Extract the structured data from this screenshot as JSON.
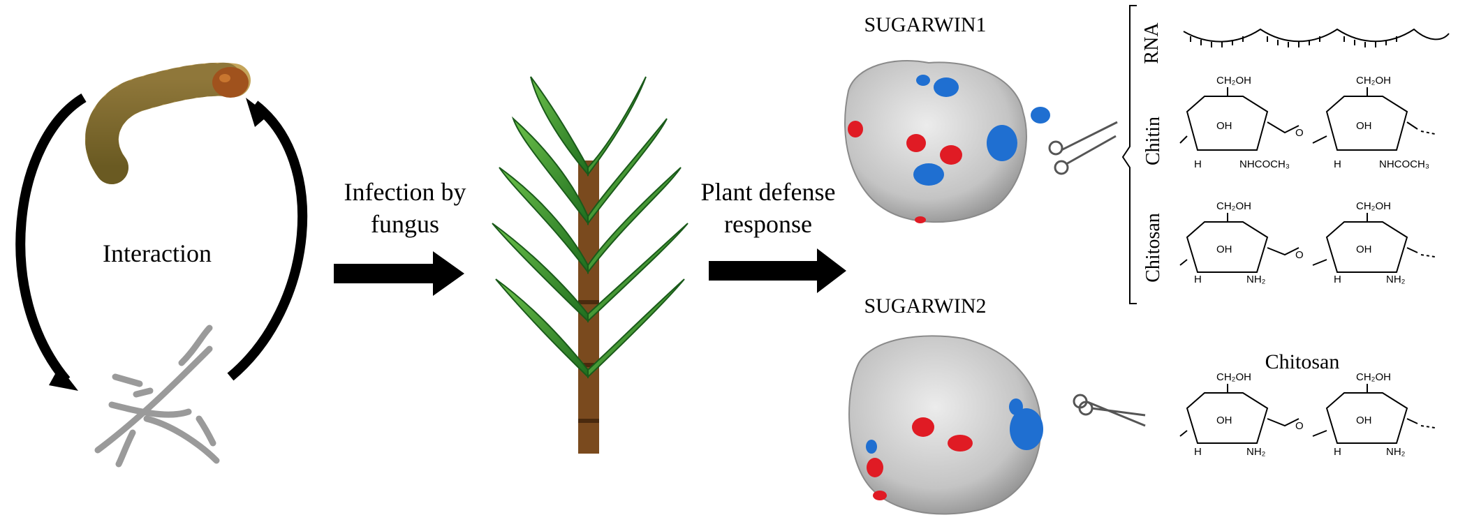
{
  "cycle": {
    "label": "Interaction"
  },
  "steps": {
    "infection": {
      "line1": "Infection by",
      "line2": "fungus"
    },
    "defense": {
      "line1": "Plant defense",
      "line2": "response"
    }
  },
  "proteins": {
    "sugarwin1": {
      "title": "SUGARWIN1",
      "substrates": [
        "RNA",
        "Chitin",
        "Chitosan"
      ]
    },
    "sugarwin2": {
      "title": "SUGARWIN2",
      "substrates": [
        "Chitosan"
      ]
    }
  },
  "chem": {
    "ch2oh": "CH₂OH",
    "oh": "OH",
    "h": "H",
    "o": "O",
    "nhcoch3": "NHCOCH₃",
    "nh2": "NH₂"
  },
  "colors": {
    "surface": "#c9c9c9",
    "positive": "#1f6fd1",
    "negative": "#e01b24",
    "leaf": "#2e8b2e",
    "stem": "#7a4a1e",
    "arrow": "#000000"
  },
  "icons": [
    "cycle-arrow-icon",
    "larva-icon",
    "fungus-hyphae-icon",
    "block-arrow-icon",
    "sugarcane-plant-icon",
    "protein-surface-icon",
    "scissors-icon",
    "rna-strand-icon",
    "sugar-ring-icon"
  ]
}
